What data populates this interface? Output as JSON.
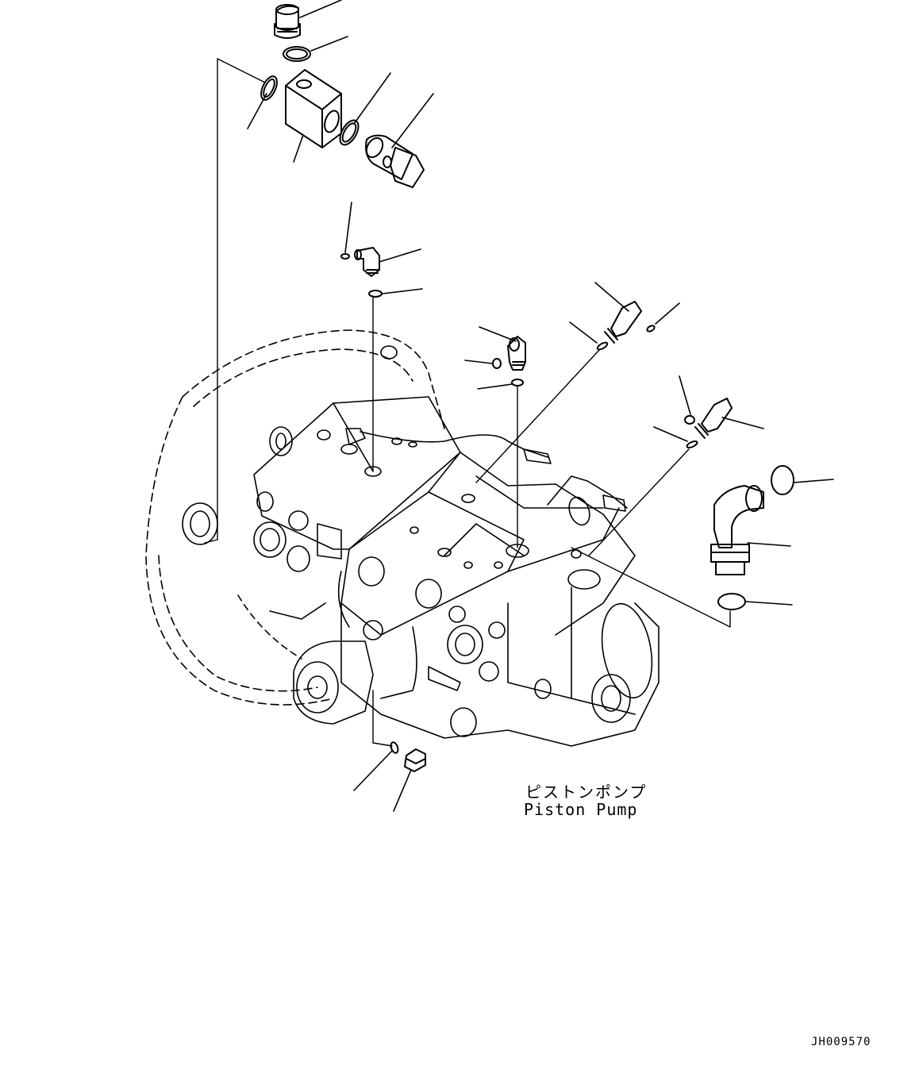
{
  "labels": {
    "component_jp": "ピストンポンプ",
    "component_en": "Piston Pump",
    "drawing_code": "JH009570"
  }
}
